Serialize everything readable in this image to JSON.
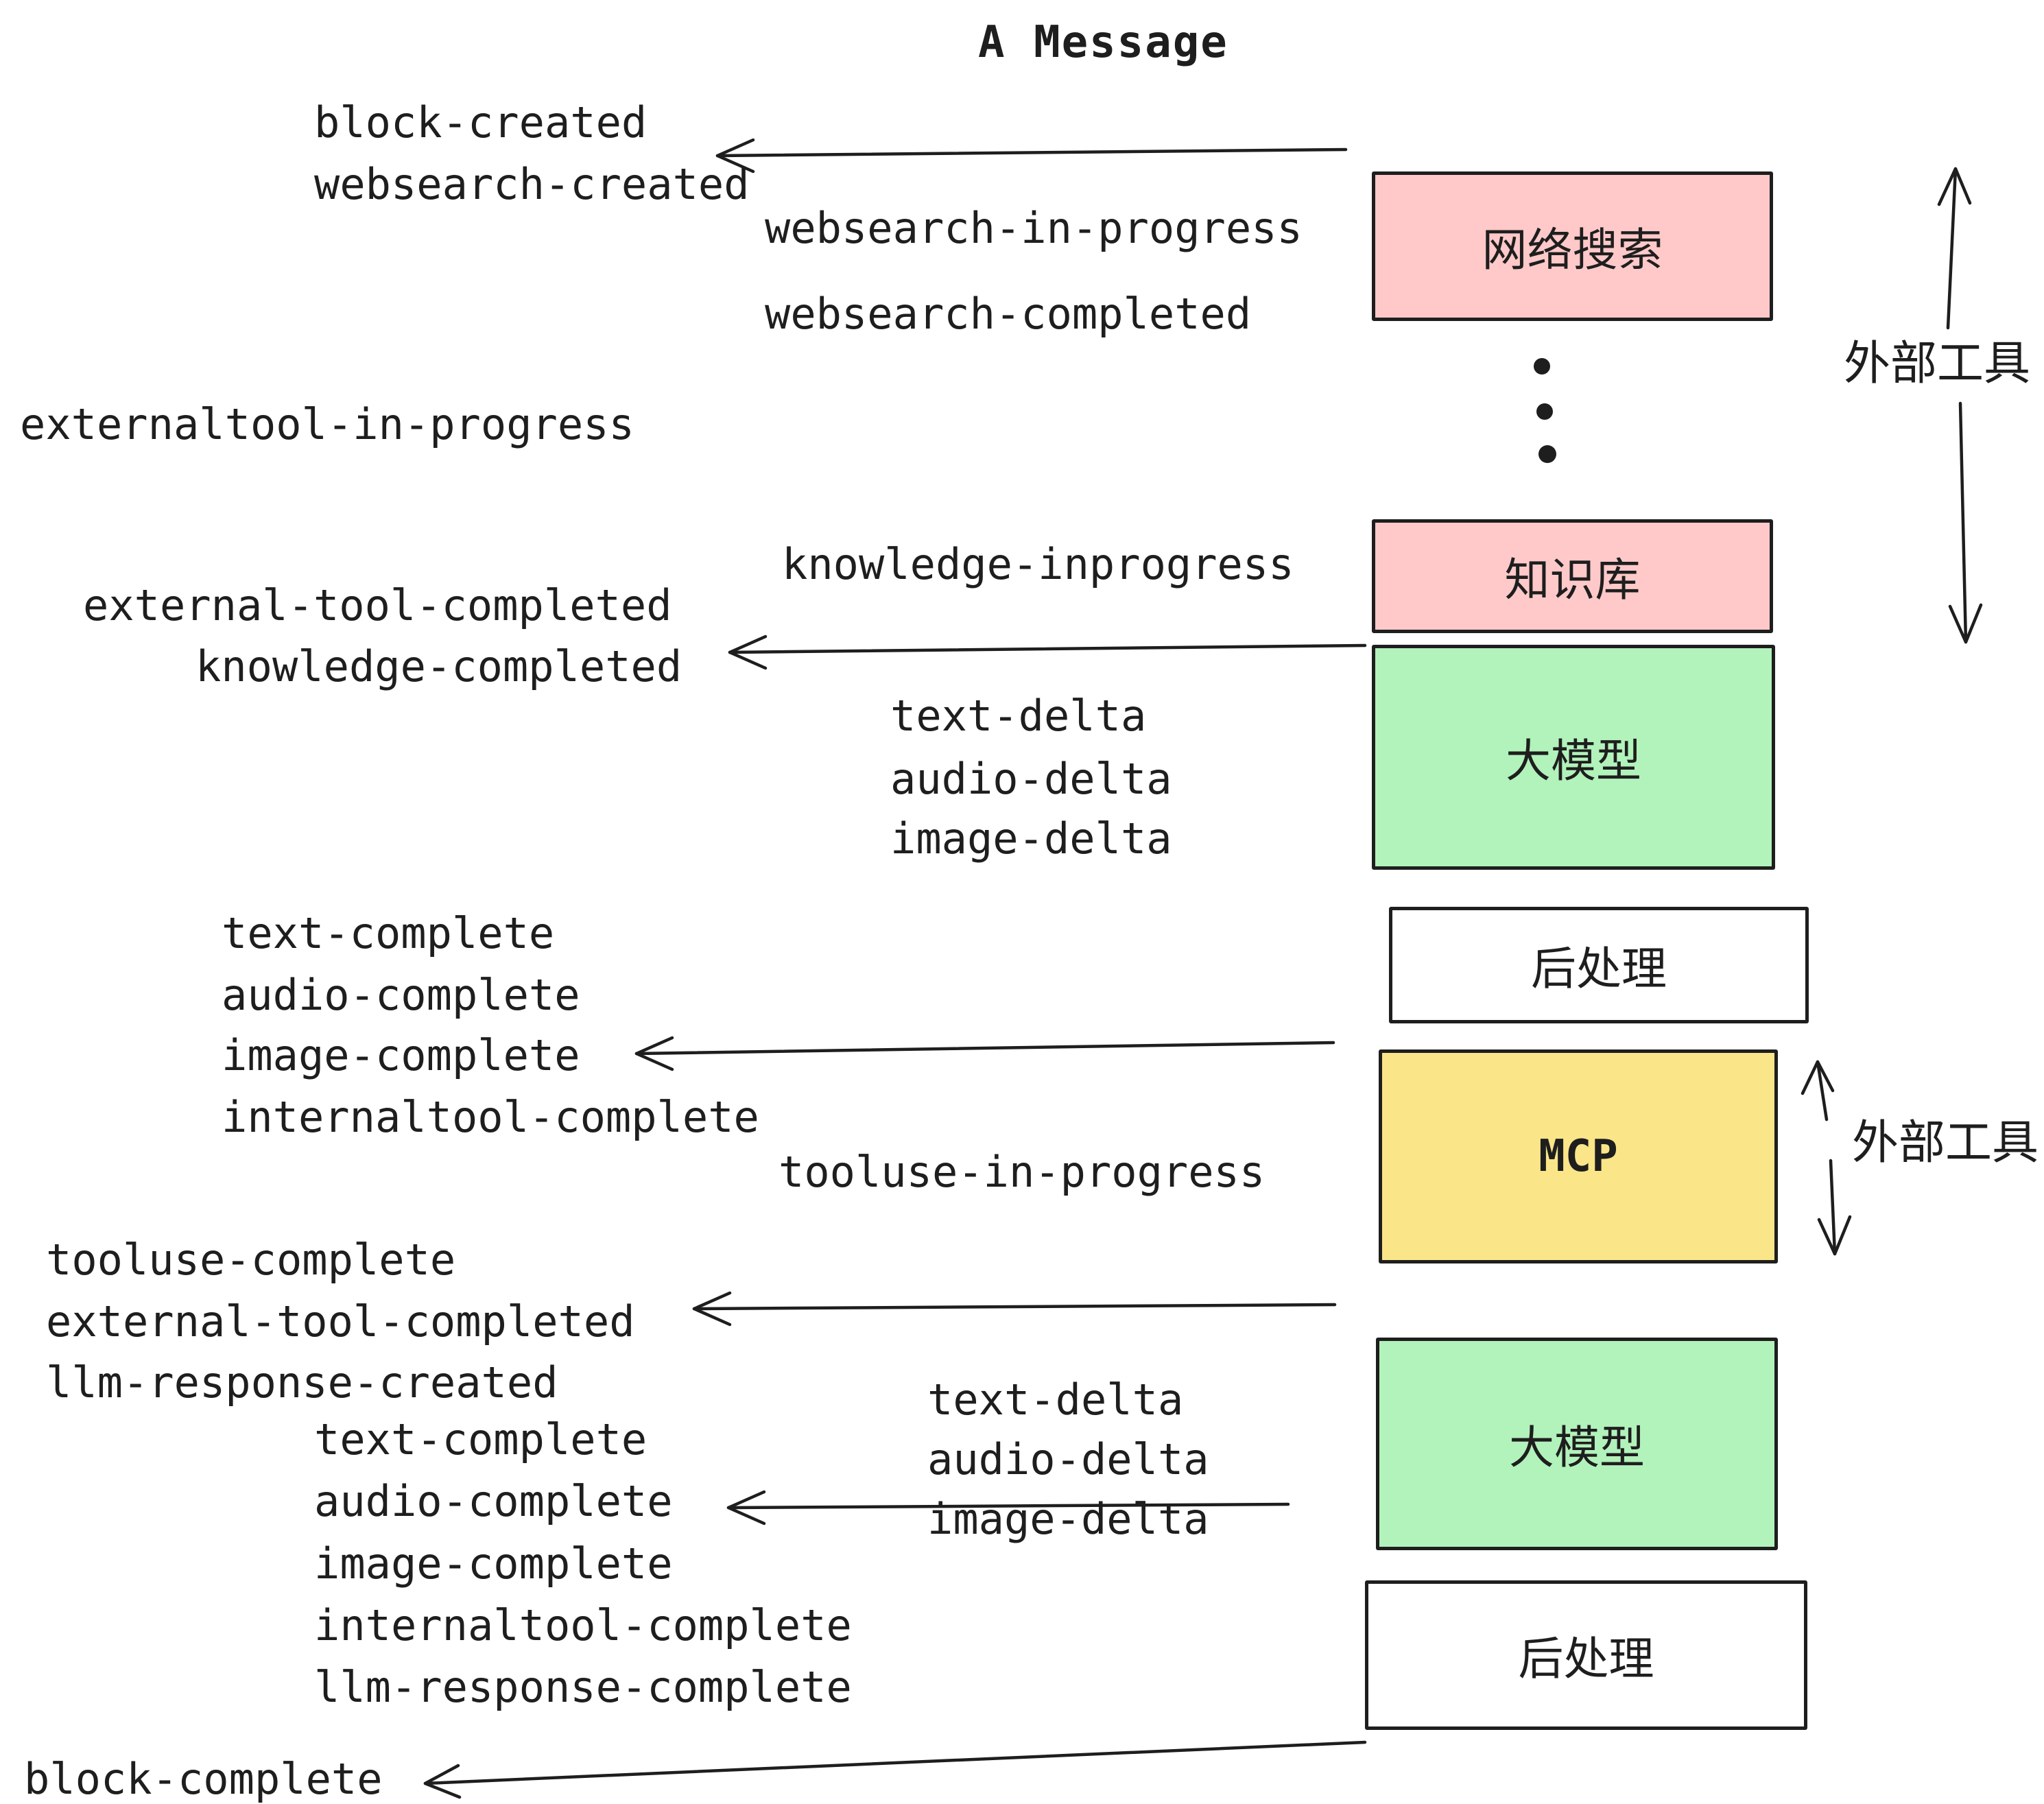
{
  "title": "A Message",
  "colors": {
    "pink": "#ffc9c9",
    "green": "#b2f2bb",
    "yellow": "#fae588",
    "white": "#ffffff",
    "ink": "#1e1e1e"
  },
  "nodes": {
    "websearch": "网络搜索",
    "knowledge": "知识库",
    "llm": "大模型",
    "postprocess": "后处理",
    "mcp": "MCP"
  },
  "side_labels": {
    "external_tools": "外部工具"
  },
  "events": {
    "block_created": "block-created",
    "websearch_created": "websearch-created",
    "websearch_in_progress": "websearch-in-progress",
    "websearch_completed": "websearch-completed",
    "externaltool_in_progress": "externaltool-in-progress",
    "knowledge_inprogress": "knowledge-inprogress",
    "external_tool_completed": "external-tool-completed",
    "knowledge_completed": "knowledge-completed",
    "text_delta": "text-delta",
    "audio_delta": "audio-delta",
    "image_delta": "image-delta",
    "text_complete": "text-complete",
    "audio_complete": "audio-complete",
    "image_complete": "image-complete",
    "internaltool_complete": "internaltool-complete",
    "tooluse_in_progress": "tooluse-in-progress",
    "tooluse_complete": "tooluse-complete",
    "llm_response_created": "llm-response-created",
    "llm_response_complete": "llm-response-complete",
    "block_complete": "block-complete"
  }
}
